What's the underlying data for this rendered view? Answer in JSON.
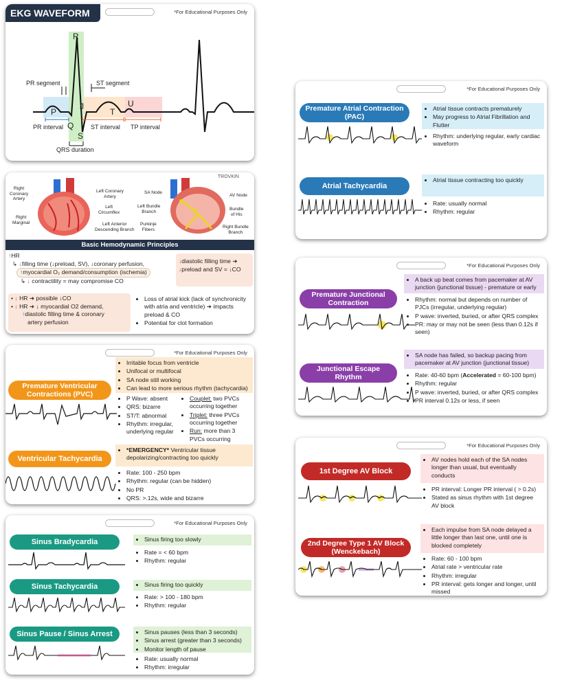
{
  "edu_note": "*For Educational Purposes Only",
  "ekg": {
    "title": "EKG WAVEFORM",
    "labels": {
      "R": "R",
      "P": "P",
      "Q": "Q",
      "S": "S",
      "J": "J",
      "T": "T",
      "U": "U",
      "pr_segment": "PR segment",
      "st_segment": "ST segment",
      "pr_interval": "PR interval",
      "st_interval": "ST interval",
      "tp_interval": "TP interval",
      "qrs_duration": "QRS duration"
    }
  },
  "hemo": {
    "brand": "TROVKIN",
    "anatomy": {
      "right_coronary": "Right\nCoronary\nArtery",
      "right_marginal": "Right\nMarginal",
      "left_coronary": "Left Coronary\nArtery",
      "left_circumflex": "Left\nCircumflex",
      "left_anterior": "Left Anterior\nDescending Branch",
      "sa_node": "SA Node",
      "av_node": "AV Node",
      "left_bundle": "Left Bundle\nBranch",
      "bundle_his": "Bundle\nof His",
      "purkinje": "Purkinje\nFibers",
      "right_bundle": "Right Bundle\nBranch"
    },
    "title": "Basic Hemodynamic Principles",
    "hr_up": "HR",
    "chain1": "filling time (↓preload, SV), ↓coronary perfusion,",
    "chain2": "myocardial O₂ demand/consumption (ischemia)",
    "chain3": "contractility = may compromise CO",
    "right1": "diastolic filling time ➜",
    "right2": "preload and SV = ↓CO",
    "low1": "HR ➜  possible ↓CO",
    "low2": "HR ➜ ↓ myocardial O2 demand,",
    "low3": "diastolic filling time & coronary",
    "low4": "artery perfusion",
    "bullets": [
      "Loss of atrial kick (lack of synchronicity with atria and ventricle) ➜ impacts preload & CO",
      "Potential for clot formation"
    ]
  },
  "ventricular": {
    "pvc_title": "Premature Ventricular Contractions (PVC)",
    "vt_title": "Ventricular Tachycardia",
    "pvc_top": [
      "Irritable focus from ventricle",
      "Unifocal or multifocal",
      "SA node still working",
      "Can lead to more serious rhythm (tachycardia)"
    ],
    "pvc_left": [
      "P Wave: absent",
      "QRS: bizarre",
      "ST/T: abnormal",
      "Rhythm: irregular, underlying regular"
    ],
    "pvc_right": [
      {
        "term": "Couplet:",
        "rest": " two PVCs occurring together"
      },
      {
        "term": "Triplet:",
        "rest": " three PVCs occurring together"
      },
      {
        "term": "Run:",
        "rest": " more than 3 PVCs occurring together"
      }
    ],
    "vt_emergency": "*EMERGENCY*",
    "vt_desc": " Ventricular tissue depolarizing/contracting too quickly",
    "vt_bullets": [
      "Rate: 100 - 250 bpm",
      "Rhythm: regular (can be hidden)",
      "No PR",
      "QRS: >.12s, wide and bizarre"
    ]
  },
  "sinus": {
    "brady_title": "Sinus Bradycardia",
    "brady_top": [
      "Sinus firing too slowly"
    ],
    "brady_bottom": [
      "Rate = < 60 bpm",
      "Rhythm: regular"
    ],
    "tachy_title": "Sinus Tachycardia",
    "tachy_top": [
      "Sinus firing too quickly"
    ],
    "tachy_bottom": [
      "Rate: > 100 - 180 bpm",
      "Rhythm: regular"
    ],
    "pause_title": "Sinus Pause / Sinus Arrest",
    "pause_top": [
      "Sinus pauses (less than 3 seconds)",
      "Sinus arrest (greater than 3 seconds)",
      "Monitor length of pause"
    ],
    "pause_bottom": [
      "Rate: usually normal",
      "Rhythm: irregular"
    ]
  },
  "atrial": {
    "pac_title": "Premature Atrial Contraction (PAC)",
    "pac_top": [
      "Atrial tissue contracts prematurely",
      "May progress to Atrial Fibrillation and Flutter"
    ],
    "pac_bottom": [
      "Rhythm: underlying regular, early cardiac waveform"
    ],
    "at_title": "Atrial Tachycardia",
    "at_top": [
      "Atrial tissue contracting too quickly"
    ],
    "at_bottom": [
      "Rate: usually normal",
      "Rhythm: regular"
    ]
  },
  "junctional": {
    "pjc_title": "Premature Junctional Contraction",
    "pjc_top": [
      "A back up beat comes from pacemaker at AV junction (junctional tissue) - premature or early"
    ],
    "pjc_bottom": [
      "Rhythm: normal but depends on number of PJCs (irregular, underlying regular)",
      "P wave: inverted, buried, or after QRS complex",
      "PR: may or may not be seen (less than 0.12s if seen)"
    ],
    "jer_title": "Junctional Escape Rhythm",
    "jer_top": [
      "SA node has failed, so backup pacing from pacemaker at AV junction (junctional tissue)"
    ],
    "jer_rate_pre": "Rate: 40-60 bpm (",
    "jer_rate_bold": "Accelerated",
    "jer_rate_post": " = 60-100 bpm)",
    "jer_bottom": [
      "Rhythm: regular",
      "P wave: inverted, buried, or after QRS complex",
      "PR interval 0.12s or less, if seen"
    ]
  },
  "avblock": {
    "first_title": "1st Degree AV Block",
    "first_top": [
      "AV nodes hold each of the SA nodes longer than usual, but eventually conducts"
    ],
    "first_bottom": [
      "PR interval: Longer PR interval ( > 0.2s)",
      "Stated as sinus rhythm with 1st degree AV block"
    ],
    "second_title": "2nd Degree Type 1 AV Block (Wenckebach)",
    "second_top": [
      "Each impulse from SA node delayed a little longer than last one, until one is blocked completely"
    ],
    "second_bottom": [
      "Rate: 60 - 100 bpm",
      "Atrial rate > ventricular rate",
      "Rhythm: irregular",
      "PR interval: gets longer and longer, until missed"
    ]
  },
  "colors": {
    "ventricular": "#f2961a",
    "sinus": "#1a9a83",
    "atrial": "#2a7ab8",
    "junctional": "#8a3fa8",
    "avblock": "#c22a27",
    "navy": "#233247"
  }
}
